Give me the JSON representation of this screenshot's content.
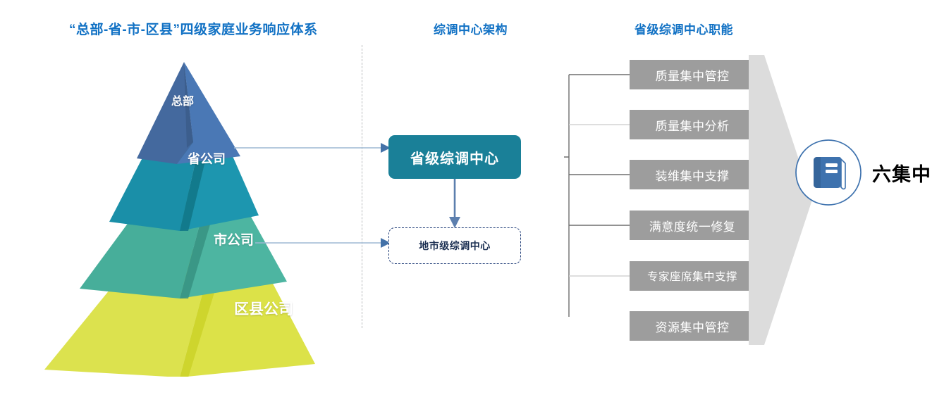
{
  "columns": {
    "pyramid_title": "“总部-省-市-区县”四级家庭业务响应体系",
    "architecture_title": "综调中心架构",
    "functions_title": "省级综调中心职能"
  },
  "pyramid": {
    "levels": [
      {
        "label": "总部",
        "color": "#4A77B4"
      },
      {
        "label": "省公司",
        "color": "#1A8FA8"
      },
      {
        "label": "市公司",
        "color": "#47AE9A"
      },
      {
        "label": "区县公司",
        "color": "#D9E03F"
      }
    ]
  },
  "architecture": {
    "province_center": "省级综调中心",
    "city_center": "地市级综调中心",
    "province_color": "#1A8098",
    "city_border_color": "#23407A",
    "connector_color": "#8FAECE"
  },
  "functions": {
    "items": [
      "质量集中管控",
      "质量集中分析",
      "装维集中支撑",
      "满意度统一修复",
      "专家座席集中支撑",
      "资源集中管控"
    ],
    "bar_color": "#9D9D9D",
    "bracket_color": "#6E6E6E"
  },
  "summary": {
    "badge_label": "六集中",
    "badge_icon": "book-icon",
    "badge_color": "#3E72AE",
    "wedge_color": "#DCDCDC"
  }
}
